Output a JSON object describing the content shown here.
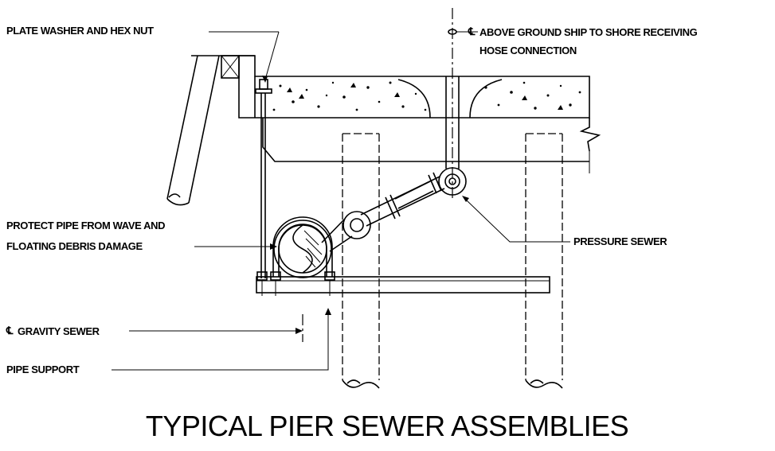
{
  "labels": {
    "plate_washer": "PLATE WASHER AND HEX NUT",
    "above_ground_line1": "ABOVE GROUND SHIP TO SHORE RECEIVING",
    "above_ground_line2": "HOSE CONNECTION",
    "protect_line1": "PROTECT PIPE FROM WAVE AND",
    "protect_line2": "FLOATING DEBRIS DAMAGE",
    "pressure_sewer": "PRESSURE SEWER",
    "gravity_sewer": "GRAVITY SEWER",
    "pipe_support": "PIPE SUPPORT"
  },
  "title": "TYPICAL PIER SEWER ASSEMBLIES"
}
